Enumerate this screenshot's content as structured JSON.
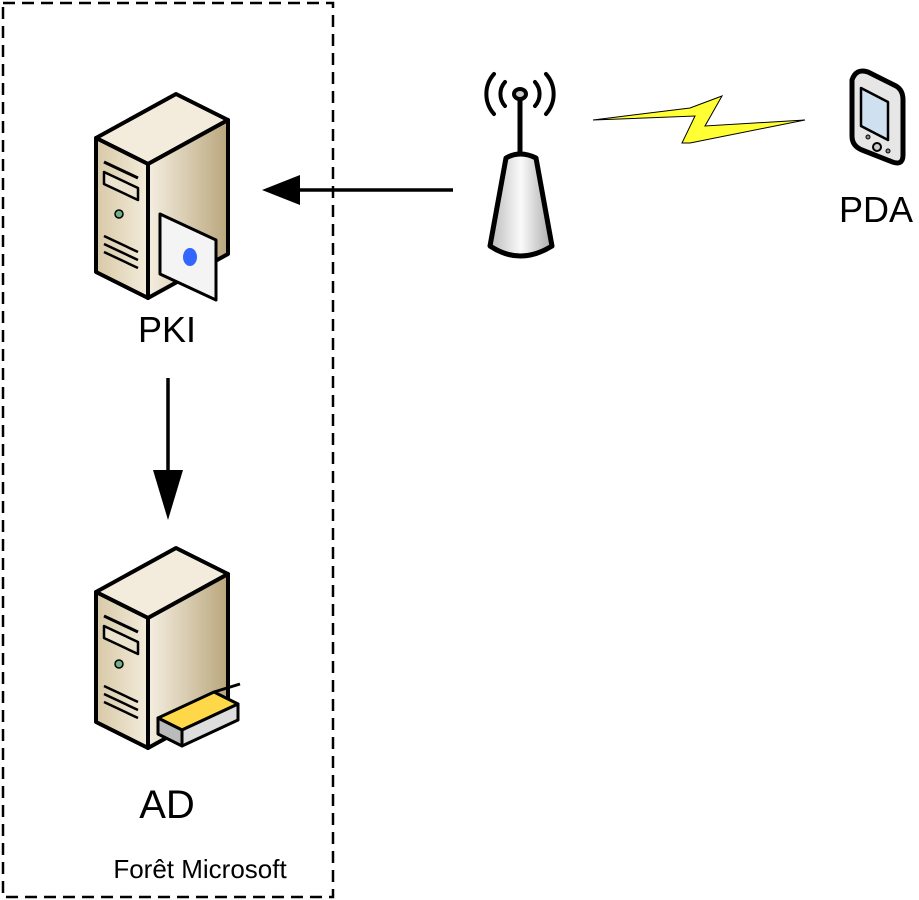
{
  "boundary": {
    "label": "Forêt Microsoft",
    "style": "dashed"
  },
  "nodes": {
    "pki": {
      "label": "PKI",
      "icon": "server-certificate-icon"
    },
    "ad": {
      "label": "AD",
      "icon": "server-directory-icon"
    },
    "access_point": {
      "icon": "wireless-antenna-icon"
    },
    "pda": {
      "label": "PDA",
      "icon": "pda-icon"
    }
  },
  "edges": [
    {
      "from": "access_point",
      "to": "pki",
      "type": "arrow"
    },
    {
      "from": "pki",
      "to": "ad",
      "type": "arrow"
    },
    {
      "from": "pda",
      "to": "access_point",
      "type": "wireless-link"
    }
  ],
  "colors": {
    "lightning": "#ffff33",
    "card_dot": "#3366ff",
    "server_body": "#e8dcc0"
  }
}
